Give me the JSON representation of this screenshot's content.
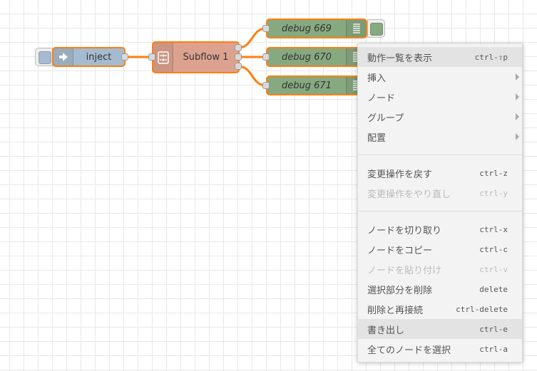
{
  "nodes": {
    "inject": {
      "label": "inject",
      "color": "#a6bbcf",
      "icon": "arrow-in-icon"
    },
    "subflow": {
      "label": "Subflow 1",
      "color": "#dda28f",
      "icon": "subflow-icon"
    },
    "debug1": {
      "label": "debug 669",
      "color": "#87a980",
      "icon": "debug-list-icon"
    },
    "debug2": {
      "label": "debug 670",
      "color": "#87a980",
      "icon": "debug-list-icon"
    },
    "debug3": {
      "label": "debug 671",
      "color": "#87a980",
      "icon": "debug-list-icon"
    }
  },
  "colors": {
    "selected_border": "#ff7f0e",
    "wire": "#ff7f0e"
  },
  "menu": {
    "items": [
      {
        "label": "動作一覧を表示",
        "shortcut": "ctrl-⇧p",
        "hover": true
      },
      {
        "label": "挿入",
        "submenu": true
      },
      {
        "label": "ノード",
        "submenu": true
      },
      {
        "label": "グループ",
        "submenu": true
      },
      {
        "label": "配置",
        "submenu": true
      },
      {
        "label": "変更操作を戻す",
        "shortcut": "ctrl-z"
      },
      {
        "label": "変更操作をやり直し",
        "shortcut": "ctrl-y",
        "disabled": true
      },
      {
        "label": "ノードを切り取り",
        "shortcut": "ctrl-x"
      },
      {
        "label": "ノードをコピー",
        "shortcut": "ctrl-c"
      },
      {
        "label": "ノードを貼り付け",
        "shortcut": "ctrl-v",
        "disabled": true
      },
      {
        "label": "選択部分を削除",
        "shortcut": "delete"
      },
      {
        "label": "削除と再接続",
        "shortcut": "ctrl-delete"
      },
      {
        "label": "書き出し",
        "shortcut": "ctrl-e",
        "hover": true
      },
      {
        "label": "全てのノードを選択",
        "shortcut": "ctrl-a"
      }
    ]
  }
}
